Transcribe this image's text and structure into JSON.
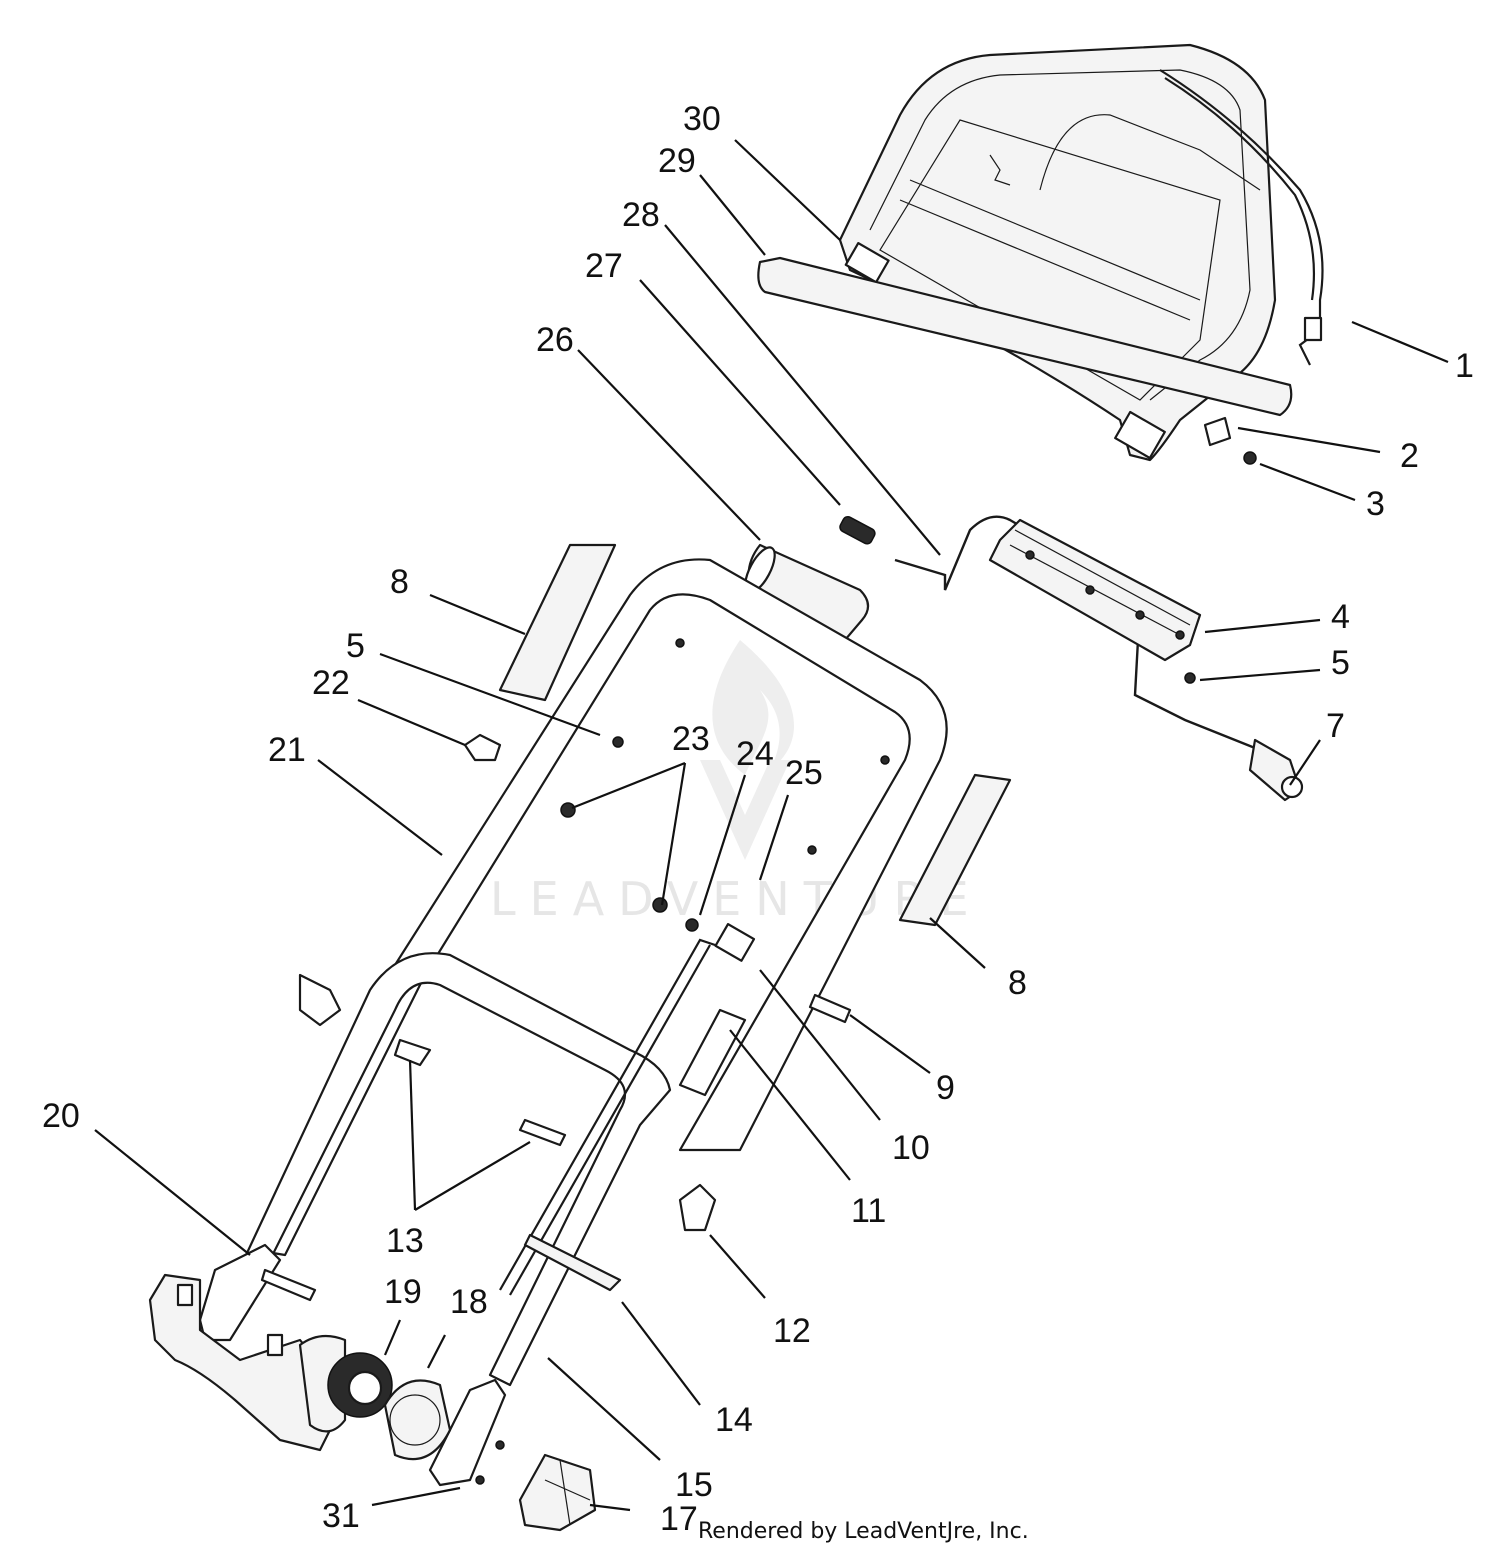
{
  "watermark": "LEADVENTURE",
  "credit": "Rendered by LeadVentJre, Inc.",
  "callouts": [
    {
      "id": "1",
      "label": "1"
    },
    {
      "id": "2",
      "label": "2"
    },
    {
      "id": "3",
      "label": "3"
    },
    {
      "id": "4",
      "label": "4"
    },
    {
      "id": "5a",
      "label": "5"
    },
    {
      "id": "5b",
      "label": "5"
    },
    {
      "id": "7",
      "label": "7"
    },
    {
      "id": "8a",
      "label": "8"
    },
    {
      "id": "8b",
      "label": "8"
    },
    {
      "id": "9",
      "label": "9"
    },
    {
      "id": "10",
      "label": "10"
    },
    {
      "id": "11",
      "label": "11"
    },
    {
      "id": "12",
      "label": "12"
    },
    {
      "id": "13",
      "label": "13"
    },
    {
      "id": "14",
      "label": "14"
    },
    {
      "id": "15",
      "label": "15"
    },
    {
      "id": "17",
      "label": "17"
    },
    {
      "id": "18",
      "label": "18"
    },
    {
      "id": "19",
      "label": "19"
    },
    {
      "id": "20",
      "label": "20"
    },
    {
      "id": "21",
      "label": "21"
    },
    {
      "id": "22",
      "label": "22"
    },
    {
      "id": "23",
      "label": "23"
    },
    {
      "id": "24",
      "label": "24"
    },
    {
      "id": "25",
      "label": "25"
    },
    {
      "id": "26",
      "label": "26"
    },
    {
      "id": "27",
      "label": "27"
    },
    {
      "id": "28",
      "label": "28"
    },
    {
      "id": "29",
      "label": "29"
    },
    {
      "id": "30",
      "label": "30"
    },
    {
      "id": "31",
      "label": "31"
    }
  ]
}
